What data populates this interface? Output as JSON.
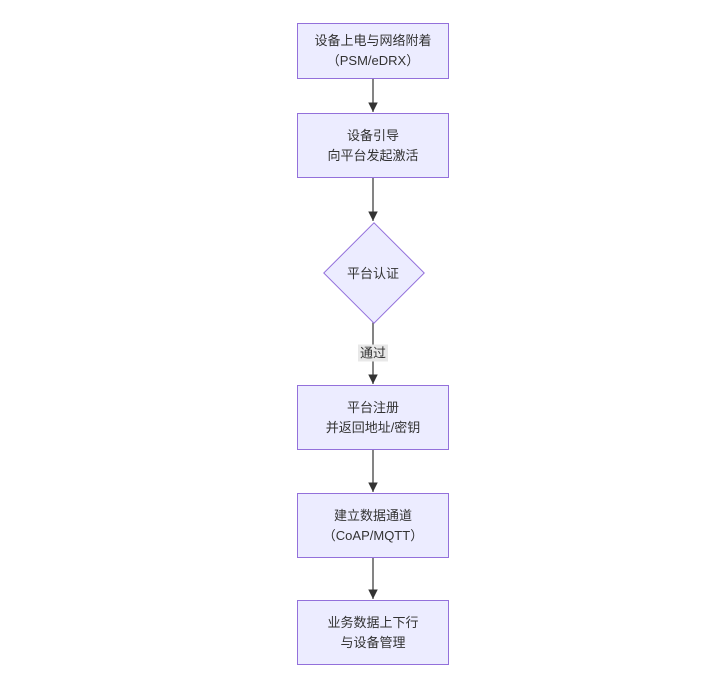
{
  "diagram": {
    "type": "flowchart",
    "direction": "top-down",
    "nodes": [
      {
        "id": "n1",
        "shape": "rect",
        "lines": [
          "设备上电与网络附着",
          "（PSM/eDRX）"
        ]
      },
      {
        "id": "n2",
        "shape": "rect",
        "lines": [
          "设备引导",
          "向平台发起激活"
        ]
      },
      {
        "id": "n3",
        "shape": "diamond",
        "lines": [
          "平台认证"
        ]
      },
      {
        "id": "n4",
        "shape": "rect",
        "lines": [
          "平台注册",
          "并返回地址/密钥"
        ]
      },
      {
        "id": "n5",
        "shape": "rect",
        "lines": [
          "建立数据通道",
          "（CoAP/MQTT）"
        ]
      },
      {
        "id": "n6",
        "shape": "rect",
        "lines": [
          "业务数据上下行",
          "与设备管理"
        ]
      }
    ],
    "edges": [
      {
        "from": "n1",
        "to": "n2",
        "label": ""
      },
      {
        "from": "n2",
        "to": "n3",
        "label": ""
      },
      {
        "from": "n3",
        "to": "n4",
        "label": "通过"
      },
      {
        "from": "n4",
        "to": "n5",
        "label": ""
      },
      {
        "from": "n5",
        "to": "n6",
        "label": ""
      }
    ],
    "colors": {
      "node_fill": "#ECECFF",
      "node_border": "#9370DB",
      "text": "#333333",
      "arrow": "#333333",
      "edge_label_bg": "#e8e8e8",
      "background": "#ffffff"
    }
  }
}
